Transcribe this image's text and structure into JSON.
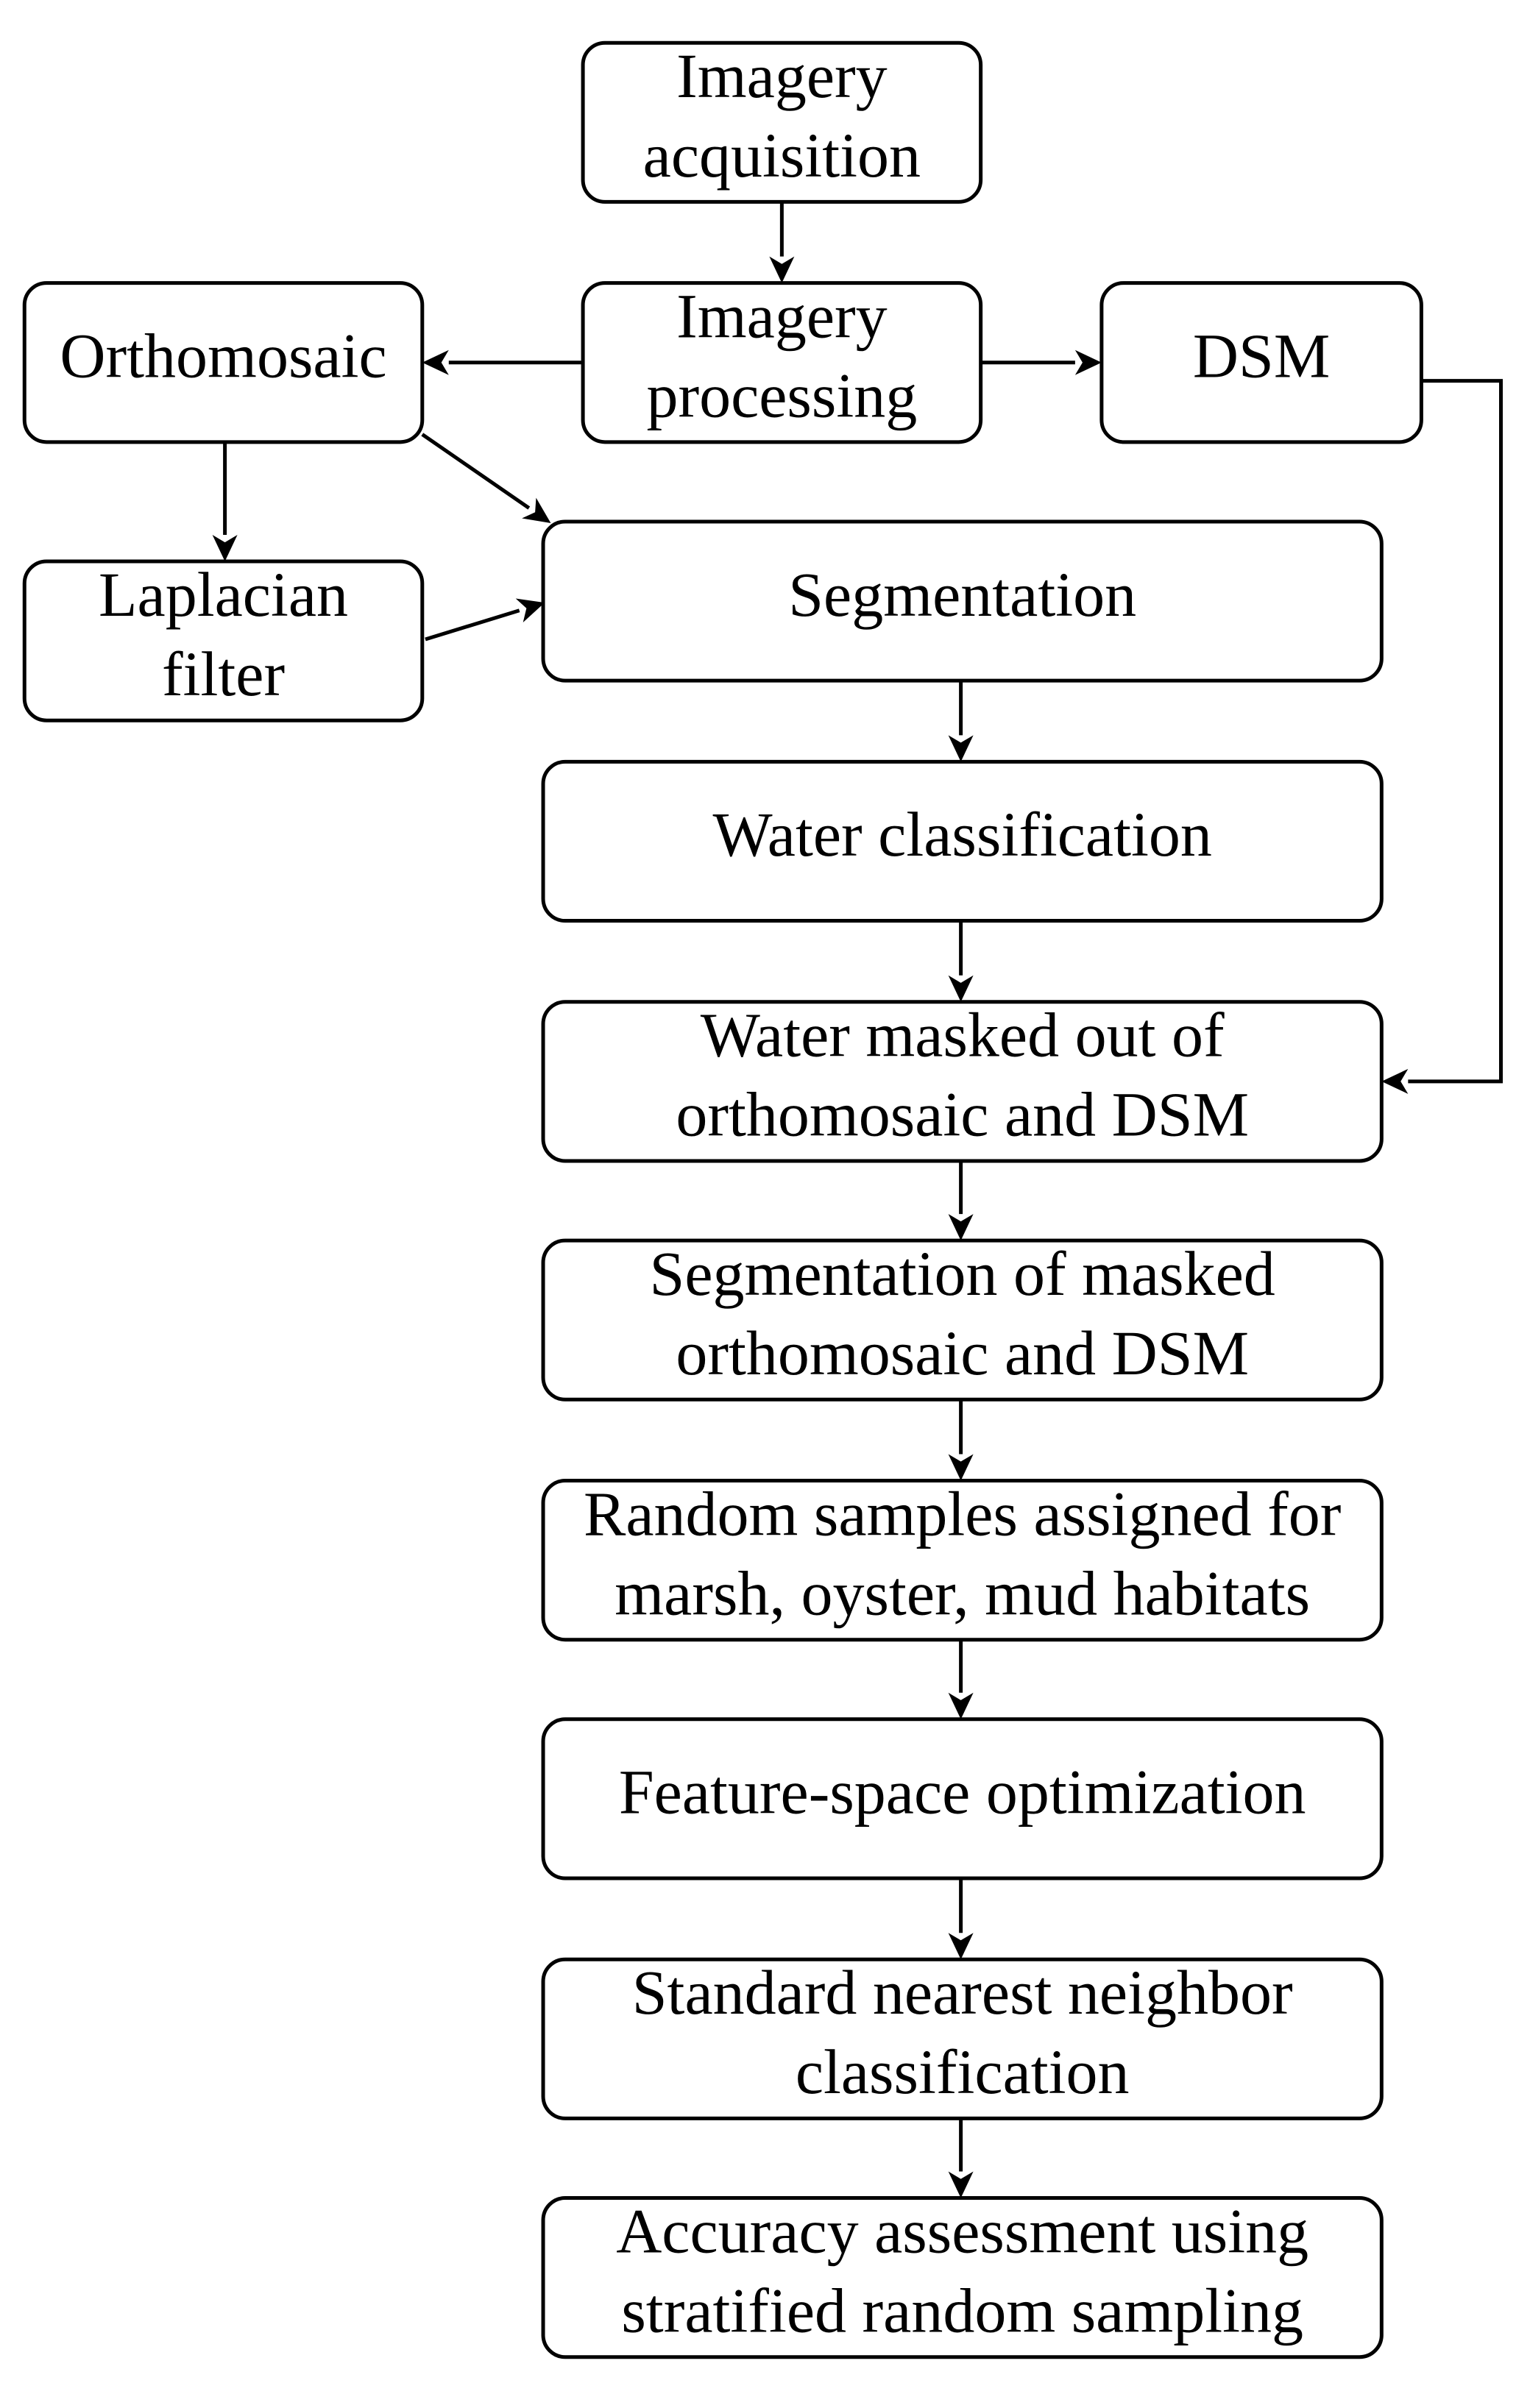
{
  "nodes": [
    {
      "id": "imagery-acquisition",
      "lines": [
        "Imagery",
        "acquisition"
      ]
    },
    {
      "id": "imagery-processing",
      "lines": [
        "Imagery",
        "processing"
      ]
    },
    {
      "id": "orthomosaic",
      "lines": [
        "Orthomosaic"
      ]
    },
    {
      "id": "dsm",
      "lines": [
        "DSM"
      ]
    },
    {
      "id": "laplacian-filter",
      "lines": [
        "Laplacian",
        "filter"
      ]
    },
    {
      "id": "segmentation",
      "lines": [
        "Segmentation"
      ]
    },
    {
      "id": "water-classification",
      "lines": [
        "Water classification"
      ]
    },
    {
      "id": "water-masked",
      "lines": [
        "Water masked out of",
        "orthomosaic and DSM"
      ]
    },
    {
      "id": "segmentation-masked",
      "lines": [
        "Segmentation of masked",
        "orthomosaic and DSM"
      ]
    },
    {
      "id": "random-samples",
      "lines": [
        "Random samples assigned for",
        "marsh, oyster, mud habitats"
      ]
    },
    {
      "id": "feature-space",
      "lines": [
        "Feature-space optimization"
      ]
    },
    {
      "id": "nearest-neighbor",
      "lines": [
        "Standard nearest neighbor",
        "classification"
      ]
    },
    {
      "id": "accuracy-assessment",
      "lines": [
        "Accuracy assessment using",
        "stratified random sampling"
      ]
    }
  ],
  "edges": [
    {
      "from": "imagery-acquisition",
      "to": "imagery-processing"
    },
    {
      "from": "imagery-processing",
      "to": "orthomosaic"
    },
    {
      "from": "imagery-processing",
      "to": "dsm"
    },
    {
      "from": "orthomosaic",
      "to": "laplacian-filter"
    },
    {
      "from": "orthomosaic",
      "to": "segmentation"
    },
    {
      "from": "laplacian-filter",
      "to": "segmentation"
    },
    {
      "from": "segmentation",
      "to": "water-classification"
    },
    {
      "from": "water-classification",
      "to": "water-masked"
    },
    {
      "from": "dsm",
      "to": "water-masked"
    },
    {
      "from": "water-masked",
      "to": "segmentation-masked"
    },
    {
      "from": "segmentation-masked",
      "to": "random-samples"
    },
    {
      "from": "random-samples",
      "to": "feature-space"
    },
    {
      "from": "feature-space",
      "to": "nearest-neighbor"
    },
    {
      "from": "nearest-neighbor",
      "to": "accuracy-assessment"
    }
  ]
}
